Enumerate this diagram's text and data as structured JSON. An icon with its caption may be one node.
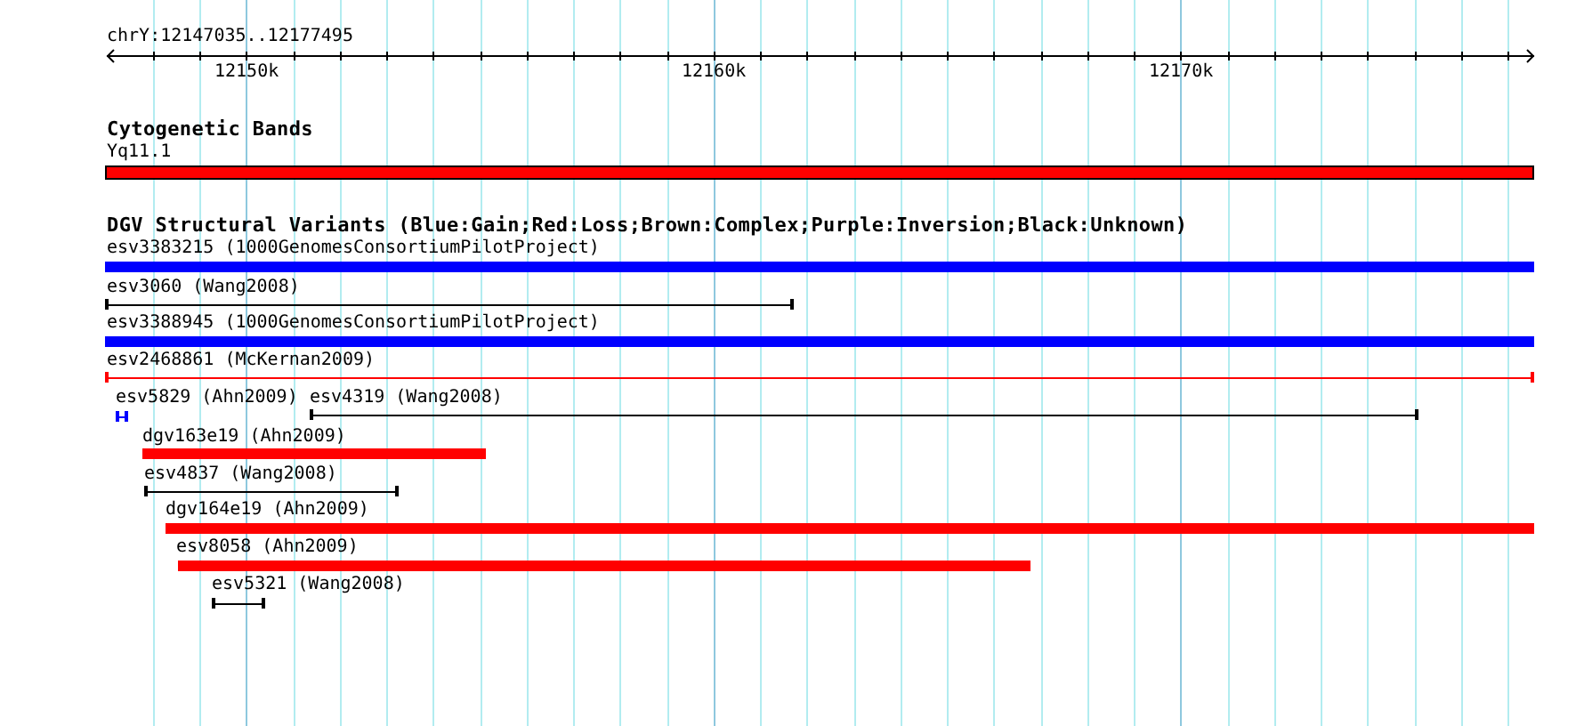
{
  "diagram": {
    "nodes": [
      {
        "text": [
          "Yq11.1"
        ]
      },
      {
        "text": [
          "esv3383215 (1000GenomesConsortiumPilotProject)"
        ]
      },
      {
        "text": [
          "esv3060 (Wang2008)"
        ]
      },
      {
        "text": [
          "esv3388945 (1000GenomesConsortiumPilotProject)"
        ]
      },
      {
        "text": [
          "esv2468861 (McKernan2009)"
        ]
      },
      {
        "text": [
          "esv5829 (Ahn2009)"
        ]
      },
      {
        "text": [
          "esv4319 (Wang2008)"
        ]
      },
      {
        "text": [
          "dgv163e19 (Ahn2009)"
        ]
      },
      {
        "text": [
          "esv4837 (Wang2008)"
        ]
      },
      {
        "text": [
          "dgv164e19 (Ahn2009)"
        ]
      },
      {
        "text": [
          "esv8058 (Ahn2009)"
        ]
      },
      {
        "text": [
          "esv5321 (Wang2008)"
        ]
      }
    ],
    "labels": [
      "chrY:12147035..12177495",
      "12150k",
      "12160k",
      "12170k",
      "Cytogenetic Bands",
      "DGV Structural Variants (Blue:Gain;Red:Loss;Brown:Complex;Purple:Inversion;Black:Unknown)"
    ]
  }
}
